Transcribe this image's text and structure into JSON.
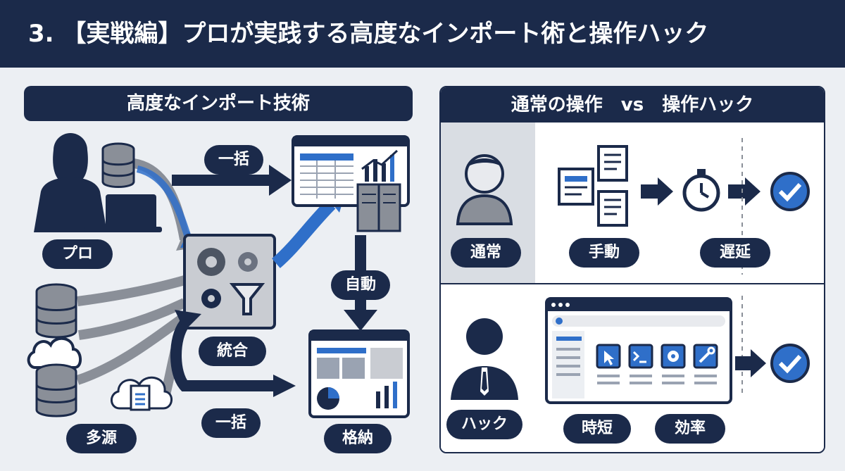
{
  "title": "3. 【実戦編】プロが実践する高度なインポート術と操作ハック",
  "left": {
    "heading": "高度なインポート技術",
    "labels": {
      "pro": "プロ",
      "many_sources": "多源",
      "integrate": "統合",
      "auto": "自動",
      "bulk_top": "一括",
      "bulk_bottom": "一括",
      "store": "格納"
    }
  },
  "right": {
    "heading": "通常の操作　vs　操作ハック",
    "normal": {
      "label": "通常",
      "manual": "手動",
      "delay": "遅延"
    },
    "hack": {
      "label": "ハック",
      "short": "時短",
      "efficiency": "効率"
    }
  },
  "icons": [
    "person-icon",
    "database-icon",
    "laptop-icon",
    "cloud-icon",
    "document-icon",
    "gear-icon",
    "filter-icon",
    "spreadsheet-icon",
    "chart-icon",
    "server-icon",
    "dashboard-icon",
    "clock-icon",
    "check-icon",
    "cursor-icon",
    "terminal-icon",
    "wrench-icon"
  ],
  "colors": {
    "navy": "#1b2a4a",
    "blue": "#2f6fc9",
    "gray": "#8a8f98",
    "light": "#d9dde3"
  }
}
